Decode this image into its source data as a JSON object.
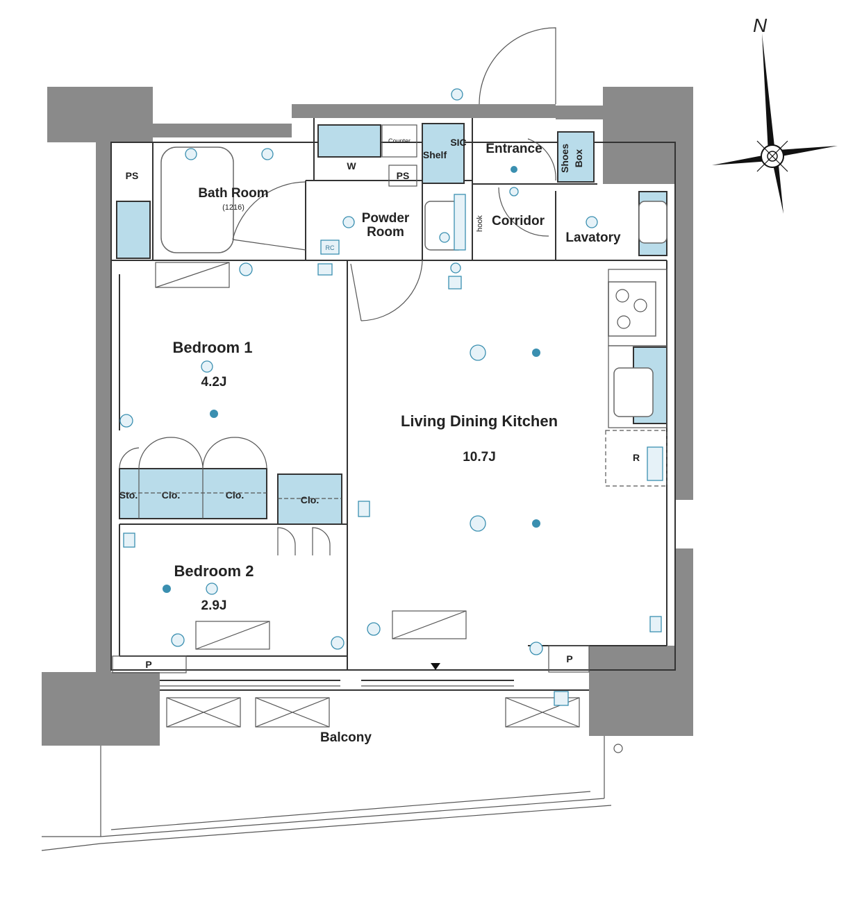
{
  "rooms": {
    "bath_room": "Bath Room",
    "bath_size": "(1216)",
    "powder_room_1": "Powder",
    "powder_room_2": "Room",
    "entrance": "Entrance",
    "corridor": "Corridor",
    "lavatory": "Lavatory",
    "bedroom1": "Bedroom 1",
    "bedroom1_size": "4.2J",
    "bedroom2": "Bedroom 2",
    "bedroom2_size": "2.9J",
    "ldk": "Living Dining Kitchen",
    "ldk_size": "10.7J",
    "balcony": "Balcony"
  },
  "labels": {
    "ps_left": "PS",
    "ps_center": "PS",
    "w": "W",
    "counter": "Counter",
    "shelf": "Shelf",
    "sic": "SIC",
    "shoes_box_1": "Shoes",
    "shoes_box_2": "Box",
    "hook": "hook",
    "rc": "RC",
    "sto": "Sto.",
    "clo1": "Clo.",
    "clo2": "Clo.",
    "clo3": "Clo.",
    "p_left": "P",
    "p_right": "P",
    "refrigerator": "R"
  },
  "compass": {
    "north": "N"
  },
  "colors": {
    "storage": "#b9dcea",
    "wall": "#8a8a8a",
    "accent": "#3a8fb0"
  }
}
